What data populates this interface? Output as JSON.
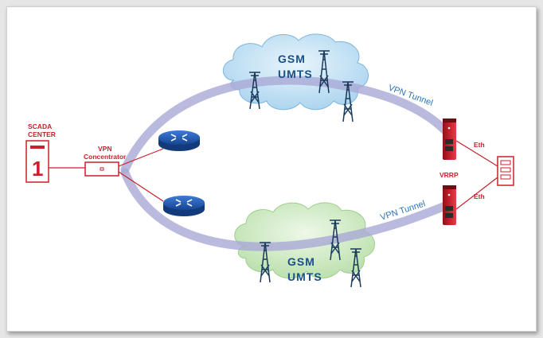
{
  "labels": {
    "scada": [
      "SCADA",
      "CENTER"
    ],
    "scada_box_number": "1",
    "vpn_concentrator": [
      "VPN",
      "Concentrator"
    ],
    "cloud_top": [
      "GSM",
      "UMTS"
    ],
    "cloud_bottom": [
      "GSM",
      "UMTS"
    ],
    "tunnel_top": "VPN Tunnel",
    "tunnel_bottom": "VPN Tunnel",
    "vrrp": "VRRP",
    "eth_top": "Eth",
    "eth_bottom": "Eth"
  },
  "colors": {
    "accent_red": "#cc1f2a",
    "tunnel": "#a9a9d6",
    "cloud_blue": "#c7e3f5",
    "cloud_green": "#d9efd0",
    "router_blue": "#1f4f9e"
  },
  "icons": {
    "server": "scada-server-icon",
    "concentrator": "vpn-concentrator-icon",
    "router": "router-icon",
    "tower": "cell-tower-icon",
    "gateway": "gateway-device-icon",
    "target": "plc-device-icon"
  }
}
